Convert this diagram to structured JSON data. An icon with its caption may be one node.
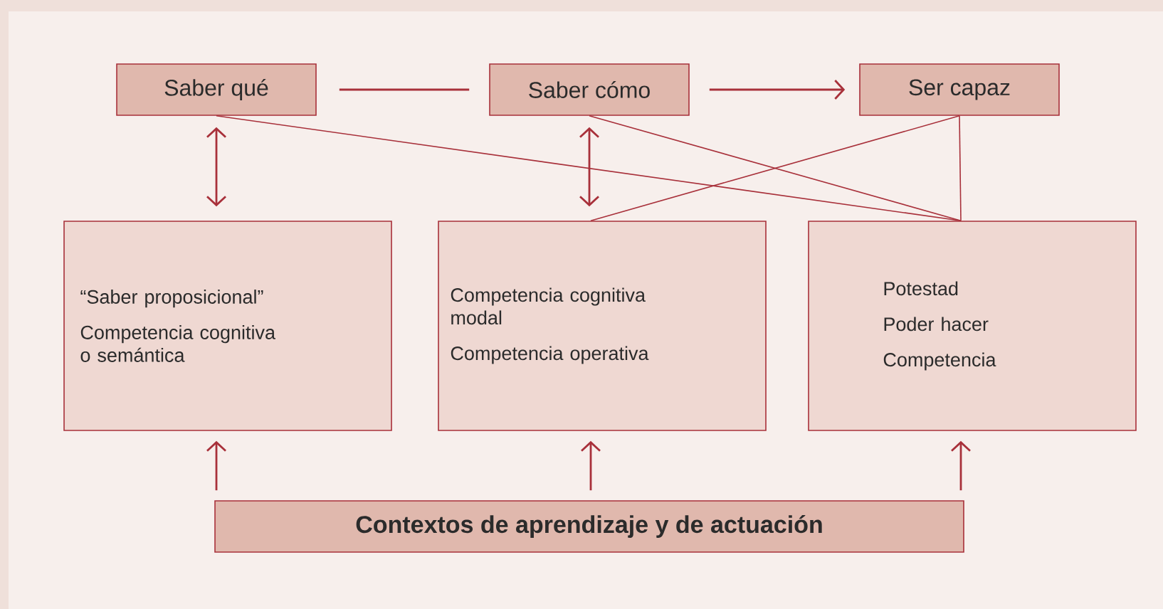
{
  "diagram": {
    "nodes": [
      {
        "text": [
          "Saber qué"
        ]
      },
      {
        "text": [
          "Saber cómo"
        ]
      },
      {
        "text": [
          "Ser capaz"
        ]
      },
      {
        "text": [
          "“Saber proposicional”",
          "Competencia cognitiva o semántica"
        ]
      },
      {
        "text": [
          "Competencia cognitiva modal",
          "Competencia operativa"
        ]
      },
      {
        "text": [
          "Potestad",
          "Poder hacer",
          "Competencia"
        ]
      },
      {
        "text": [
          "Contextos de aprendizaje y de actuación"
        ]
      }
    ],
    "edges": [
      {
        "from": 0,
        "to": 1,
        "arrow": "none"
      },
      {
        "from": 1,
        "to": 2,
        "arrow": "to"
      },
      {
        "from": 0,
        "to": 3,
        "arrow": "both"
      },
      {
        "from": 1,
        "to": 4,
        "arrow": "both"
      },
      {
        "from": 0,
        "to": 5,
        "arrow": "none"
      },
      {
        "from": 1,
        "to": 5,
        "arrow": "none"
      },
      {
        "from": 2,
        "to": 4,
        "arrow": "none"
      },
      {
        "from": 2,
        "to": 5,
        "arrow": "none"
      },
      {
        "from": 6,
        "to": 3,
        "arrow": "to"
      },
      {
        "from": 6,
        "to": 4,
        "arrow": "to"
      },
      {
        "from": 6,
        "to": 5,
        "arrow": "to"
      }
    ]
  }
}
